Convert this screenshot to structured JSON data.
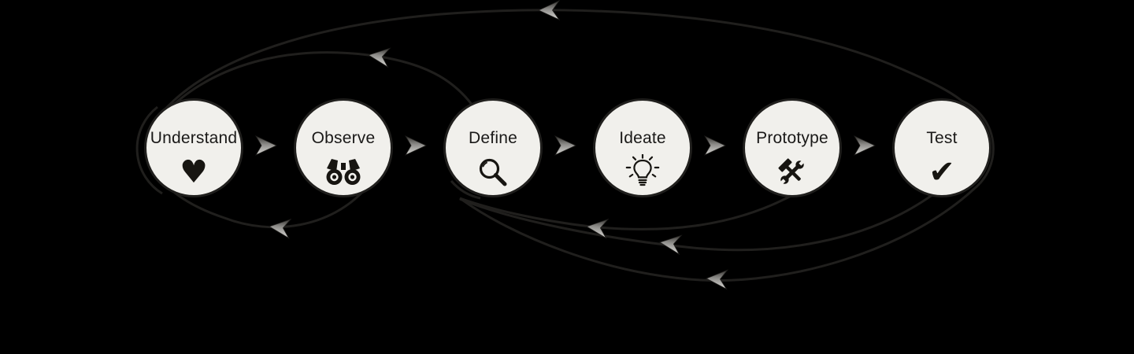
{
  "diagram": {
    "type": "process-flow",
    "stages": [
      {
        "label": "Understand",
        "icon": "heart-icon",
        "glyph": "♥"
      },
      {
        "label": "Observe",
        "icon": "binoculars-icon"
      },
      {
        "label": "Define",
        "icon": "magnifying-glass-icon"
      },
      {
        "label": "Ideate",
        "icon": "lightbulb-icon"
      },
      {
        "label": "Prototype",
        "icon": "hammer-wrench-icon"
      },
      {
        "label": "Test",
        "icon": "checkmark-icon",
        "glyph": "✔"
      }
    ],
    "forward_connections": [
      {
        "from": "Understand",
        "to": "Observe"
      },
      {
        "from": "Observe",
        "to": "Define"
      },
      {
        "from": "Define",
        "to": "Ideate"
      },
      {
        "from": "Ideate",
        "to": "Prototype"
      },
      {
        "from": "Prototype",
        "to": "Test"
      }
    ],
    "feedback_connections": [
      {
        "from": "Observe",
        "to": "Understand",
        "route": "bottom"
      },
      {
        "from": "Define",
        "to": "Understand",
        "route": "top"
      },
      {
        "from": "Test",
        "to": "Understand",
        "route": "top"
      },
      {
        "from": "Prototype",
        "to": "Define",
        "route": "bottom"
      },
      {
        "from": "Test",
        "to": "Define",
        "route": "bottom"
      },
      {
        "from": "Test",
        "to": "Define",
        "route": "bottom-outer"
      }
    ]
  },
  "colors": {
    "background": "#000000",
    "node_fill": "#f1f0ec",
    "node_stroke": "#201f1d",
    "label": "#1a1918",
    "icon": "#171511",
    "line": "#201f1d",
    "arrow_dark": "#34322f",
    "arrow_mid": "#8e8d8a",
    "arrow_light": "#d8d7d4"
  }
}
